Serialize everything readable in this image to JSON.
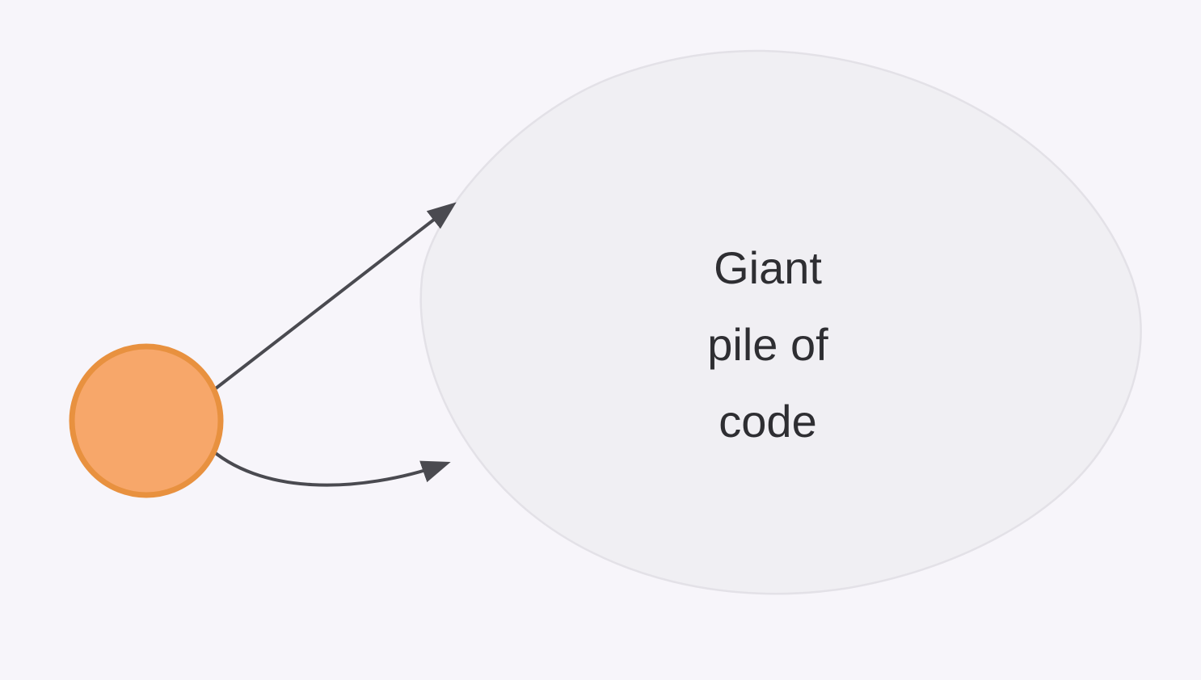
{
  "diagram": {
    "blob": {
      "label_lines": [
        "Giant",
        "pile of",
        "code"
      ]
    },
    "colors": {
      "background": "#f7f5fa",
      "blob_fill": "#f0eff3",
      "blob_stroke": "#e3e1e7",
      "circle_fill": "#f7a76a",
      "circle_stroke": "#e8913f",
      "arrow": "#4a4a50",
      "label_text": "#2e2e32"
    }
  }
}
